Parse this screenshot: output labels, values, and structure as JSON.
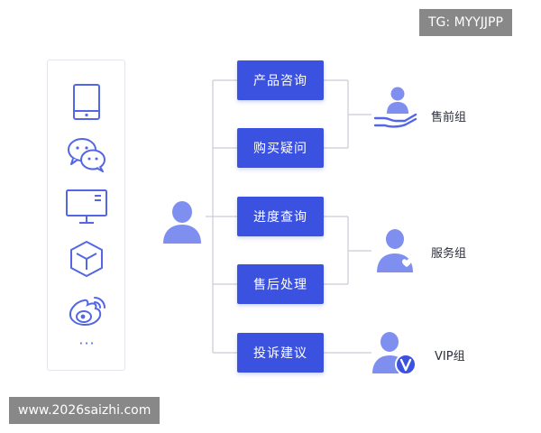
{
  "watermarks": {
    "top_right": "TG: MYYJJPP",
    "bottom_left": "www.2026saizhi.com"
  },
  "channels": {
    "icons": [
      "tablet-icon",
      "wechat-icon",
      "monitor-icon",
      "app-cube-icon",
      "weibo-icon"
    ],
    "more": "···"
  },
  "customer": {
    "icon": "user-icon"
  },
  "services": [
    {
      "label": "产品咨询"
    },
    {
      "label": "购买疑问"
    },
    {
      "label": "进度查询"
    },
    {
      "label": "售后处理"
    },
    {
      "label": "投诉建议"
    }
  ],
  "groups": [
    {
      "label": "售前组",
      "icon": "presales-hand-icon"
    },
    {
      "label": "服务组",
      "icon": "service-agent-icon"
    },
    {
      "label": "VIP组",
      "icon": "vip-user-icon"
    }
  ],
  "colors": {
    "primary": "#3b52e0",
    "icon_stroke": "#5266e6",
    "icon_fill": "#7f8ff0",
    "line": "#c9ccd6"
  }
}
